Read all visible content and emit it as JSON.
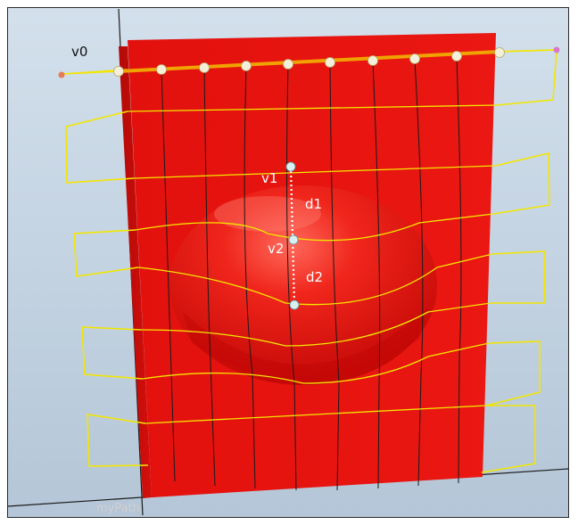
{
  "viewport": {
    "background_top": "#cfdde9",
    "background_bottom": "#b7c8d9",
    "surface_color": "#e8120f",
    "path_color": "#f2e600",
    "grid_line_color": "#1a1a1a",
    "point_color": "#f2efe0",
    "accent_color": "#f0a300"
  },
  "labels": {
    "v0": "v0",
    "v1": "v1",
    "v2": "v2",
    "d1": "d1",
    "d2": "d2",
    "path_name": "myPath"
  }
}
